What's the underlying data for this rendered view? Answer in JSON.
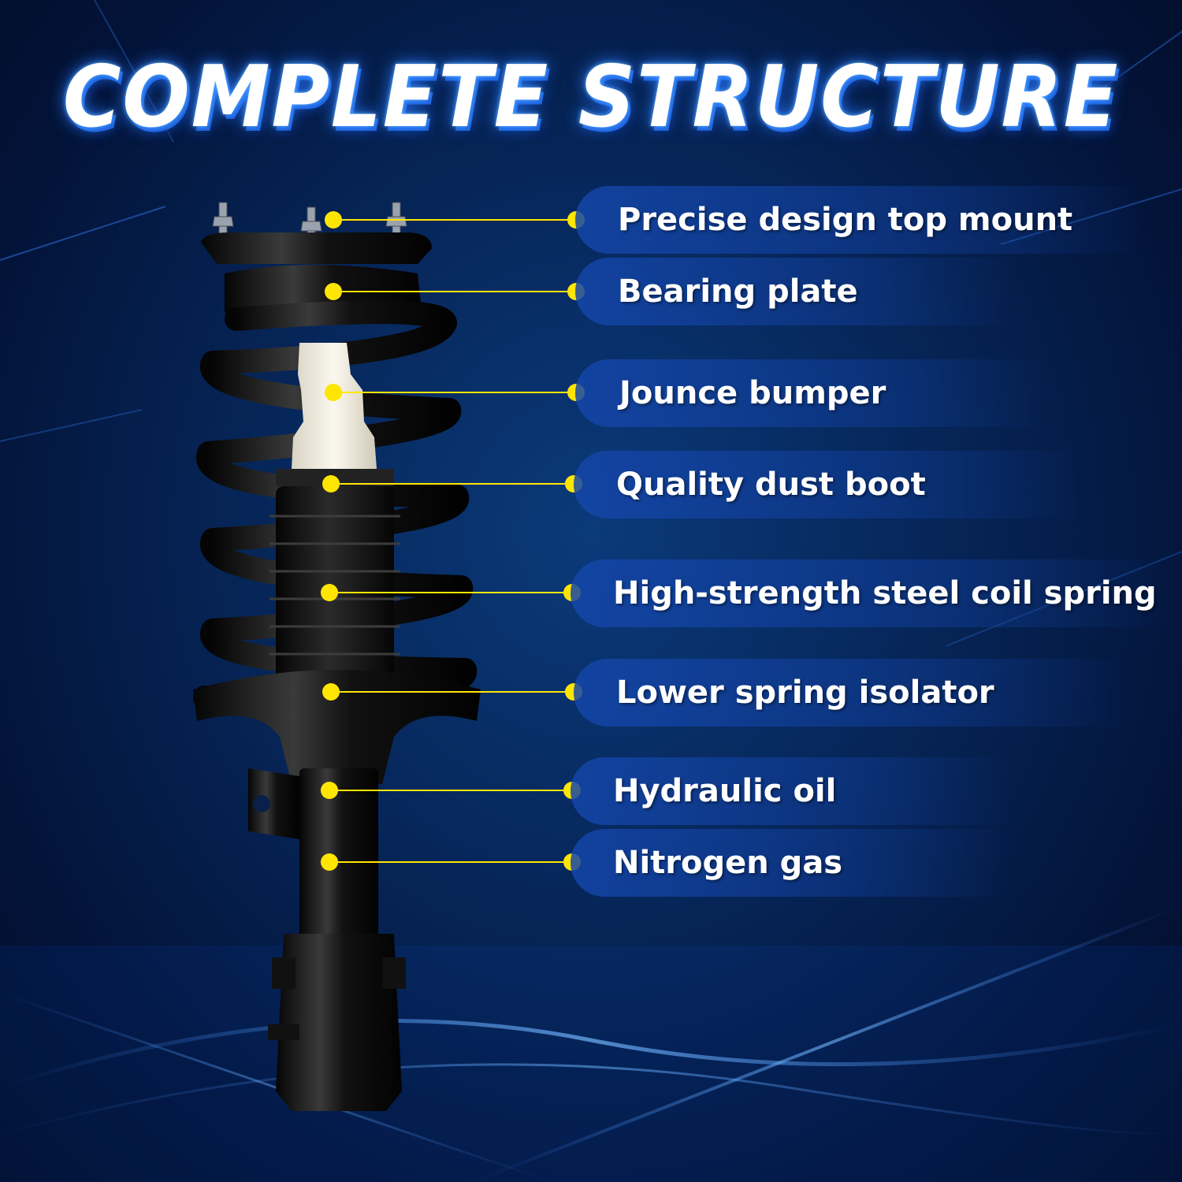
{
  "title": "COMPLETE STRUCTURE",
  "colors": {
    "accent_dot": "#ffe600",
    "label_bar": "#1446aa",
    "background": "#062659"
  },
  "labels": [
    {
      "text": "Precise design top mount"
    },
    {
      "text": "Bearing plate"
    },
    {
      "text": "Jounce bumper"
    },
    {
      "text": "Quality dust boot"
    },
    {
      "text": "High-strength steel coil spring"
    },
    {
      "text": "Lower spring isolator"
    },
    {
      "text": "Hydraulic oil"
    },
    {
      "text": "Nitrogen gas"
    }
  ]
}
